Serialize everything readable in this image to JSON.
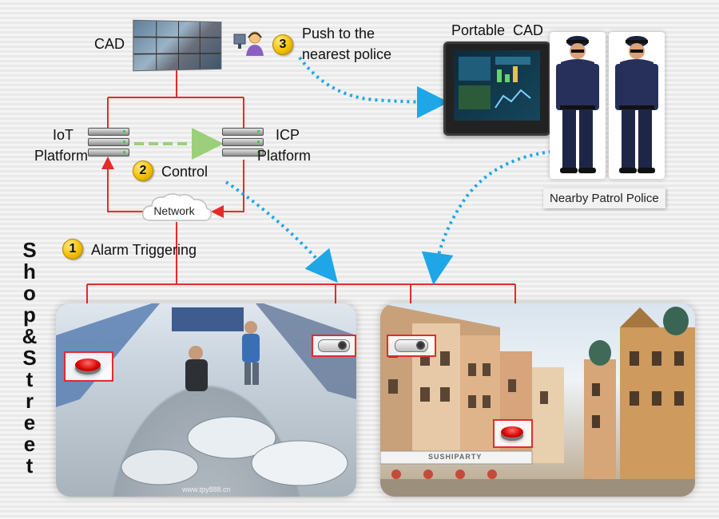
{
  "cad": {
    "label": "CAD"
  },
  "iot": {
    "line1": "IoT",
    "line2": "Platform"
  },
  "icp": {
    "line1": "ICP",
    "line2": "Platform"
  },
  "network": {
    "label": "Network"
  },
  "steps": [
    {
      "number": "1",
      "text": "Alarm Triggering"
    },
    {
      "number": "2",
      "text": "Control"
    },
    {
      "number": "3",
      "line1": "Push to the",
      "line2": "nearest police"
    }
  ],
  "portable_cad": {
    "label": "Portable  CAD"
  },
  "police": {
    "caption": "Nearby Patrol Police"
  },
  "side_label": {
    "letters": [
      "S",
      "h",
      "o",
      "p",
      "&",
      "S",
      "t",
      "r",
      "e",
      "e",
      "t"
    ]
  },
  "shop_watermark": "www.tpy888.cn",
  "street_awning": "SUSHIPARTY",
  "colors": {
    "line_red": "#e62a2a",
    "arrow_blue": "#1fa6e6",
    "control_green": "#9ccf7a",
    "badge_yellow": "#f5c000"
  }
}
